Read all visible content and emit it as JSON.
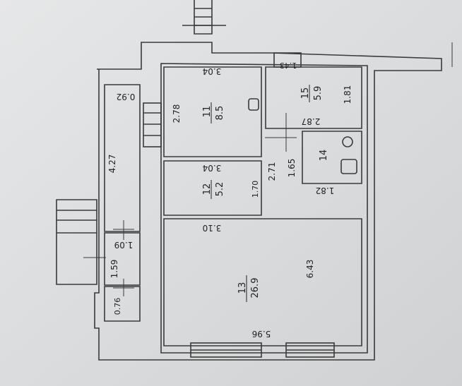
{
  "plan": {
    "rooms": [
      {
        "id": "11",
        "number": "11",
        "area": "8.5",
        "dims": [
          "3.04",
          "2.78"
        ]
      },
      {
        "id": "12",
        "number": "12",
        "area": "5.2",
        "dims": [
          "3.04",
          "1.70",
          "2.71"
        ]
      },
      {
        "id": "13",
        "number": "13",
        "area": "26.9",
        "dims": [
          "3.10",
          "6.43",
          "5.96"
        ]
      },
      {
        "id": "14",
        "number": "14",
        "dims": [
          "1.65",
          "1.82"
        ]
      },
      {
        "id": "15",
        "number": "15",
        "area": "5.9",
        "dims": [
          "1.43",
          "1.81",
          "2.87"
        ]
      }
    ],
    "side_dims": [
      "0.92",
      "4.27",
      "1.09",
      "1.59",
      "0.76"
    ]
  }
}
